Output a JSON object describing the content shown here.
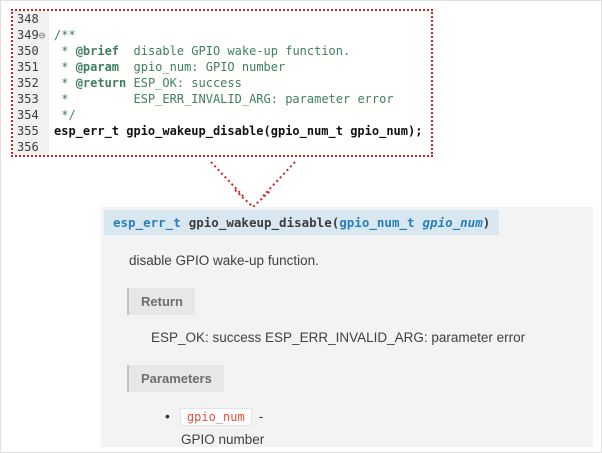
{
  "colors": {
    "highlight_border_red": "#d22020",
    "comment_green": "#3f7f5f",
    "signature_bg_blue": "#d9e7f1",
    "type_link_blue": "#2980b9",
    "inline_code_red": "#e74c3c",
    "panel_bg_gray": "#f3f3f3"
  },
  "editor": {
    "lines": [
      {
        "num": "348",
        "fold": "",
        "pre": "",
        "tag": "",
        "post": "",
        "code": ""
      },
      {
        "num": "349",
        "fold": "⊖",
        "pre": "/**",
        "tag": "",
        "post": "",
        "code": ""
      },
      {
        "num": "350",
        "fold": "",
        "pre": " * ",
        "tag": "@brief",
        "post": "  disable GPIO wake-up function.",
        "code": ""
      },
      {
        "num": "351",
        "fold": "",
        "pre": " * ",
        "tag": "@param",
        "post": "  gpio_num: GPIO number",
        "code": ""
      },
      {
        "num": "352",
        "fold": "",
        "pre": " * ",
        "tag": "@return",
        "post": " ESP_OK: success",
        "code": ""
      },
      {
        "num": "353",
        "fold": "",
        "pre": " *         ",
        "tag": "",
        "post": "ESP_ERR_INVALID_ARG: parameter error",
        "code": ""
      },
      {
        "num": "354",
        "fold": "",
        "pre": " */",
        "tag": "",
        "post": "",
        "code": ""
      },
      {
        "num": "355",
        "fold": "",
        "pre": "",
        "tag": "",
        "post": "",
        "code": "esp_err_t gpio_wakeup_disable(gpio_num_t gpio_num);"
      },
      {
        "num": "356",
        "fold": "",
        "pre": "",
        "tag": "",
        "post": "",
        "code": ""
      }
    ]
  },
  "docs": {
    "signature": {
      "return_type": "esp_err_t",
      "name": "gpio_wakeup_disable",
      "open_paren": "(",
      "param_type": "gpio_num_t",
      "param_name": "gpio_num",
      "close_paren": ")"
    },
    "brief": "disable GPIO wake-up function.",
    "return": {
      "label": "Return",
      "text": "ESP_OK: success ESP_ERR_INVALID_ARG: parameter error"
    },
    "parameters": {
      "label": "Parameters",
      "items": [
        {
          "bullet": "•",
          "name": "gpio_num",
          "dash": "-",
          "desc": "GPIO number"
        }
      ]
    }
  }
}
